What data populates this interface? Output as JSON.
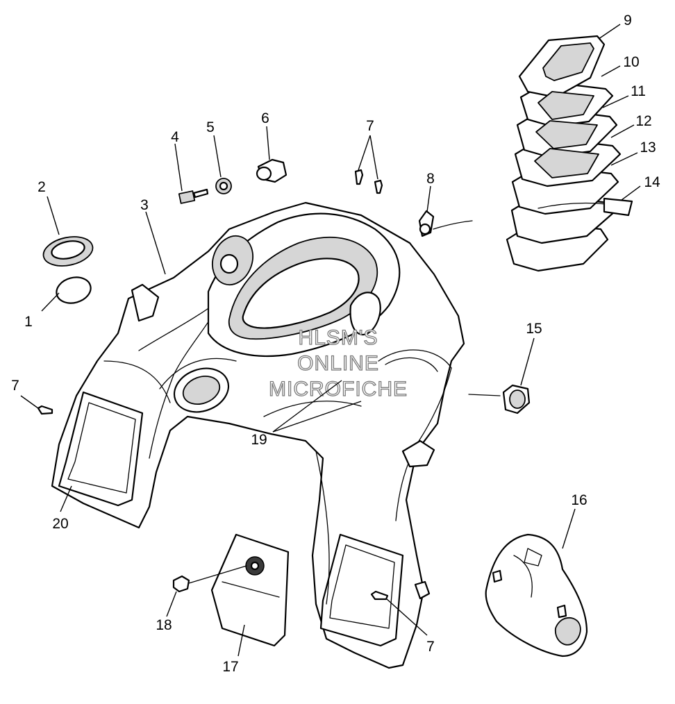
{
  "watermark": {
    "line1": "HLSM'S",
    "line2": "ONLINE",
    "line3": "MICROFICHE"
  },
  "callouts": {
    "c1": "1",
    "c2": "2",
    "c3": "3",
    "c4": "4",
    "c5": "5",
    "c6": "6",
    "c7a": "7",
    "c7b": "7",
    "c7c": "7",
    "c8": "8",
    "c9": "9",
    "c10": "10",
    "c11": "11",
    "c12": "12",
    "c13": "13",
    "c14": "14",
    "c15": "15",
    "c16": "16",
    "c17": "17",
    "c18": "18",
    "c19": "19",
    "c20": "20"
  }
}
